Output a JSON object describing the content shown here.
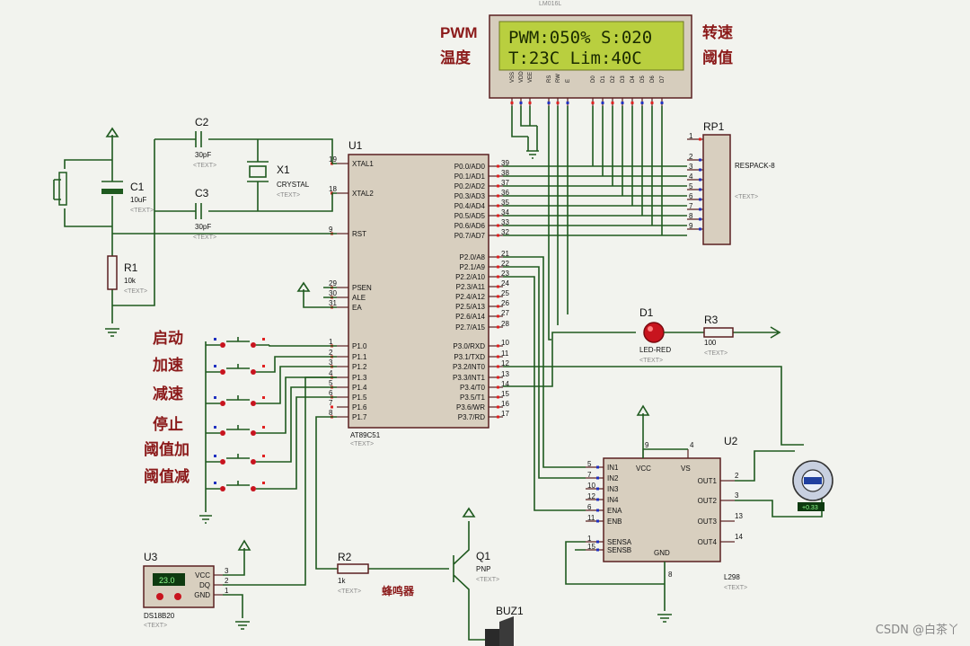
{
  "lcd": {
    "line1": "PWM:050% S:020",
    "line2": "T:23C Lim:40C",
    "model": "LM016L",
    "pins": [
      "VSS",
      "VDD",
      "VEE",
      "RS",
      "RW",
      "E",
      "D0",
      "D1",
      "D2",
      "D3",
      "D4",
      "D5",
      "D6",
      "D7"
    ]
  },
  "notes": {
    "pwm": "PWM",
    "temp": "温度",
    "speed": "转速",
    "threshold": "阈值",
    "buzzer": "蜂鸣器",
    "buttons": [
      "启动",
      "加速",
      "减速",
      "停止",
      "阈值加",
      "阈值减"
    ]
  },
  "mcu": {
    "ref": "U1",
    "model": "AT89C51",
    "text": "<TEXT>",
    "left_pins": [
      {
        "num": "19",
        "label": "XTAL1"
      },
      {
        "num": "18",
        "label": "XTAL2"
      },
      {
        "num": "9",
        "label": "RST"
      },
      {
        "num": "29",
        "label": "PSEN"
      },
      {
        "num": "30",
        "label": "ALE"
      },
      {
        "num": "31",
        "label": "EA"
      },
      {
        "num": "1",
        "label": "P1.0"
      },
      {
        "num": "2",
        "label": "P1.1"
      },
      {
        "num": "3",
        "label": "P1.2"
      },
      {
        "num": "4",
        "label": "P1.3"
      },
      {
        "num": "5",
        "label": "P1.4"
      },
      {
        "num": "6",
        "label": "P1.5"
      },
      {
        "num": "7",
        "label": "P1.6"
      },
      {
        "num": "8",
        "label": "P1.7"
      }
    ],
    "right_pins": [
      {
        "num": "39",
        "label": "P0.0/AD0"
      },
      {
        "num": "38",
        "label": "P0.1/AD1"
      },
      {
        "num": "37",
        "label": "P0.2/AD2"
      },
      {
        "num": "36",
        "label": "P0.3/AD3"
      },
      {
        "num": "35",
        "label": "P0.4/AD4"
      },
      {
        "num": "34",
        "label": "P0.5/AD5"
      },
      {
        "num": "33",
        "label": "P0.6/AD6"
      },
      {
        "num": "32",
        "label": "P0.7/AD7"
      },
      {
        "num": "21",
        "label": "P2.0/A8"
      },
      {
        "num": "22",
        "label": "P2.1/A9"
      },
      {
        "num": "23",
        "label": "P2.2/A10"
      },
      {
        "num": "24",
        "label": "P2.3/A11"
      },
      {
        "num": "25",
        "label": "P2.4/A12"
      },
      {
        "num": "26",
        "label": "P2.5/A13"
      },
      {
        "num": "27",
        "label": "P2.6/A14"
      },
      {
        "num": "28",
        "label": "P2.7/A15"
      },
      {
        "num": "10",
        "label": "P3.0/RXD"
      },
      {
        "num": "11",
        "label": "P3.1/TXD"
      },
      {
        "num": "12",
        "label": "P3.2/INT0"
      },
      {
        "num": "13",
        "label": "P3.3/INT1"
      },
      {
        "num": "14",
        "label": "P3.4/T0"
      },
      {
        "num": "15",
        "label": "P3.5/T1"
      },
      {
        "num": "16",
        "label": "P3.6/WR"
      },
      {
        "num": "17",
        "label": "P3.7/RD"
      }
    ]
  },
  "parts": {
    "c1": {
      "ref": "C1",
      "val": "10uF",
      "text": "<TEXT>"
    },
    "c2": {
      "ref": "C2",
      "val": "30pF",
      "text": "<TEXT>"
    },
    "c3": {
      "ref": "C3",
      "val": "30pF",
      "text": "<TEXT>"
    },
    "x1": {
      "ref": "X1",
      "val": "CRYSTAL",
      "text": "<TEXT>"
    },
    "r1": {
      "ref": "R1",
      "val": "10k",
      "text": "<TEXT>"
    },
    "rp1": {
      "ref": "RP1",
      "val": "RESPACK-8",
      "text": "<TEXT>",
      "pins": [
        "1",
        "2",
        "3",
        "4",
        "5",
        "6",
        "7",
        "8",
        "9"
      ]
    },
    "d1": {
      "ref": "D1",
      "val": "LED-RED",
      "text": "<TEXT>"
    },
    "r3": {
      "ref": "R3",
      "val": "100",
      "text": "<TEXT>"
    },
    "r2": {
      "ref": "R2",
      "val": "1k",
      "text": "<TEXT>"
    },
    "q1": {
      "ref": "Q1",
      "val": "PNP",
      "text": "<TEXT>"
    },
    "buz": {
      "ref": "BUZ1"
    },
    "u3": {
      "ref": "U3",
      "model": "DS18B20",
      "text": "<TEXT>",
      "reading": "23.0",
      "pins": [
        {
          "num": "3",
          "label": "VCC"
        },
        {
          "num": "2",
          "label": "DQ"
        },
        {
          "num": "1",
          "label": "GND"
        }
      ]
    },
    "u2": {
      "ref": "U2",
      "model": "L298",
      "text": "<TEXT>",
      "left_pins": [
        {
          "num": "5",
          "label": "IN1"
        },
        {
          "num": "7",
          "label": "IN2"
        },
        {
          "num": "10",
          "label": "IN3"
        },
        {
          "num": "12",
          "label": "IN4"
        },
        {
          "num": "6",
          "label": "ENA"
        },
        {
          "num": "11",
          "label": "ENB"
        },
        {
          "num": "1",
          "label": "SENSA"
        },
        {
          "num": "15",
          "label": "SENSB"
        }
      ],
      "right_pins": [
        {
          "num": "2",
          "label": "OUT1"
        },
        {
          "num": "3",
          "label": "OUT2"
        },
        {
          "num": "13",
          "label": "OUT3"
        },
        {
          "num": "14",
          "label": "OUT4"
        }
      ],
      "top_pins": [
        {
          "num": "9",
          "label": "VCC"
        },
        {
          "num": "4",
          "label": "VS"
        }
      ],
      "bottom_pin": {
        "num": "8",
        "label": "GND"
      }
    },
    "motor": {
      "readout": "+0.33"
    }
  },
  "watermark": "CSDN @白茶丫"
}
